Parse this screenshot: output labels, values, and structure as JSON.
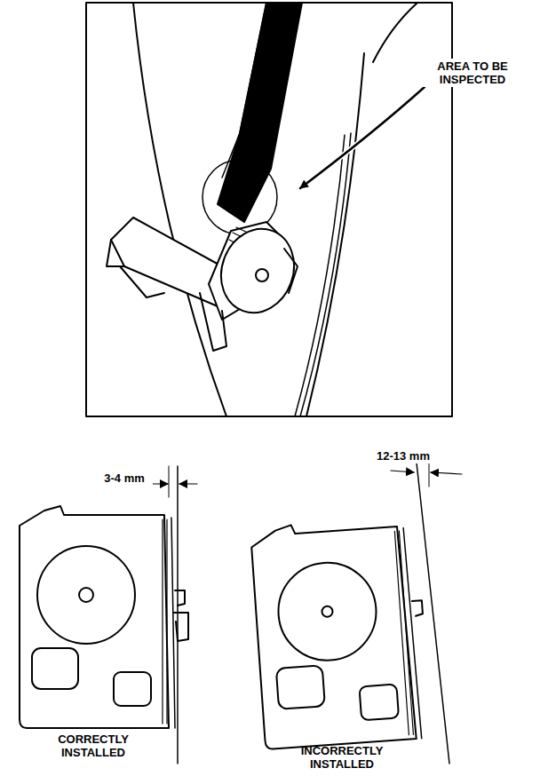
{
  "diagram": {
    "labels": [
      "AREA TO BE INSPECTED",
      "3-4 mm",
      "12-13 mm",
      "CORRECTLY INSTALLED",
      "INCORRECTLY INSTALLED"
    ]
  }
}
